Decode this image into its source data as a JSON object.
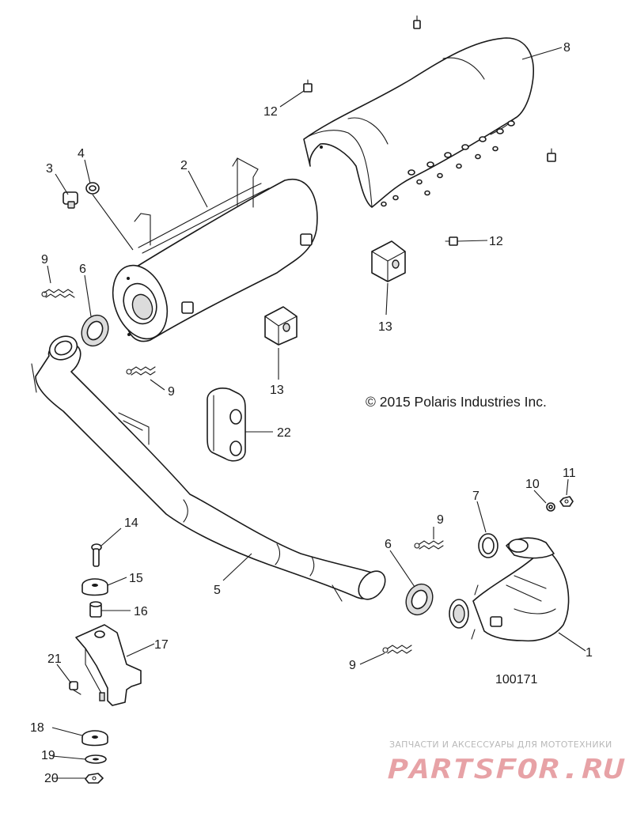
{
  "diagram": {
    "copyright": "© 2015 Polaris Industries Inc.",
    "reference_number": "100171",
    "callouts": [
      {
        "id": "c1",
        "label": "1"
      },
      {
        "id": "c2",
        "label": "2"
      },
      {
        "id": "c3",
        "label": "3"
      },
      {
        "id": "c4",
        "label": "4"
      },
      {
        "id": "c5",
        "label": "5"
      },
      {
        "id": "c6a",
        "label": "6"
      },
      {
        "id": "c6b",
        "label": "6"
      },
      {
        "id": "c7",
        "label": "7"
      },
      {
        "id": "c8",
        "label": "8"
      },
      {
        "id": "c9a",
        "label": "9"
      },
      {
        "id": "c9b",
        "label": "9"
      },
      {
        "id": "c9c",
        "label": "9"
      },
      {
        "id": "c9d",
        "label": "9"
      },
      {
        "id": "c10",
        "label": "10"
      },
      {
        "id": "c11",
        "label": "11"
      },
      {
        "id": "c12a",
        "label": "12"
      },
      {
        "id": "c12b",
        "label": "12"
      },
      {
        "id": "c13a",
        "label": "13"
      },
      {
        "id": "c13b",
        "label": "13"
      },
      {
        "id": "c14",
        "label": "14"
      },
      {
        "id": "c15",
        "label": "15"
      },
      {
        "id": "c16",
        "label": "16"
      },
      {
        "id": "c17",
        "label": "17"
      },
      {
        "id": "c18",
        "label": "18"
      },
      {
        "id": "c19",
        "label": "19"
      },
      {
        "id": "c20",
        "label": "20"
      },
      {
        "id": "c21",
        "label": "21"
      },
      {
        "id": "c22",
        "label": "22"
      }
    ]
  },
  "watermark": {
    "tagline": "ЗАПЧАСТИ И АКСЕССУАРЫ ДЛЯ МОТОТЕХНИКИ",
    "brand": "PARTSFOR.RU",
    "brand_color": "#e7a2a6"
  }
}
